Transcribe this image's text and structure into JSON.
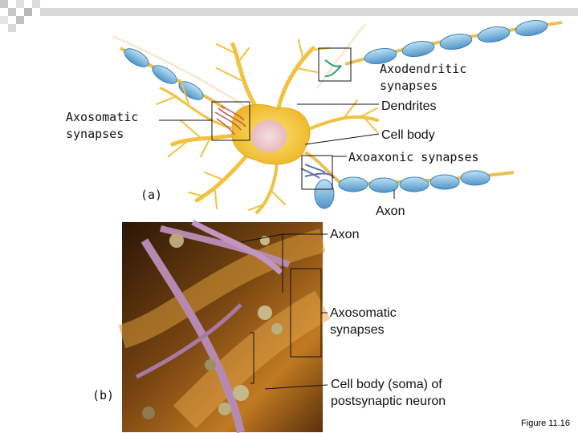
{
  "colors": {
    "cell_body": "#f2c436",
    "myelin": "#7ab8de",
    "photo_bg": "#6b3c0e"
  },
  "part_a": {
    "panel_label": "(a)",
    "axodendritic": [
      "Axodendritic",
      "synapses"
    ],
    "dendrites": "Dendrites",
    "axosomatic": [
      "Axosomatic",
      "synapses"
    ],
    "cell_body": "Cell body",
    "axoaxonic": "Axoaxonic synapses",
    "axon": "Axon"
  },
  "part_b": {
    "panel_label": "(b)",
    "axon": "Axon",
    "axosomatic": [
      "Axosomatic",
      "synapses"
    ],
    "soma": [
      "Cell body (soma) of",
      "postsynaptic neuron"
    ]
  },
  "figure_ref": "Figure 11.16"
}
